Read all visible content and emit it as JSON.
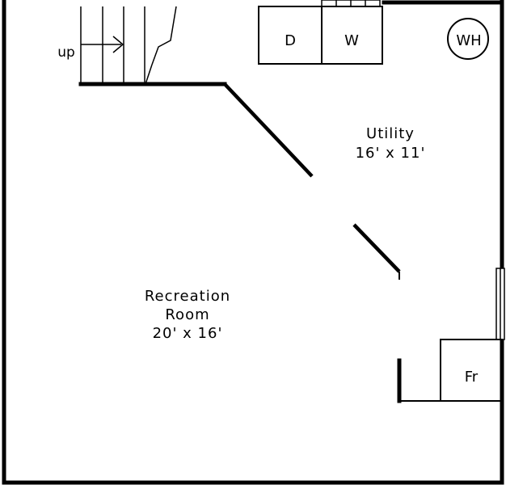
{
  "rooms": {
    "utility": {
      "name": "Utility",
      "size": "16' x 11'"
    },
    "recreation": {
      "name_line1": "Recreation",
      "name_line2": "Room",
      "size": "20' x 16'"
    }
  },
  "fixtures": {
    "dryer": "D",
    "washer": "W",
    "water_heater": "WH",
    "fridge": "Fr"
  },
  "stairs": {
    "direction_label": "up"
  }
}
